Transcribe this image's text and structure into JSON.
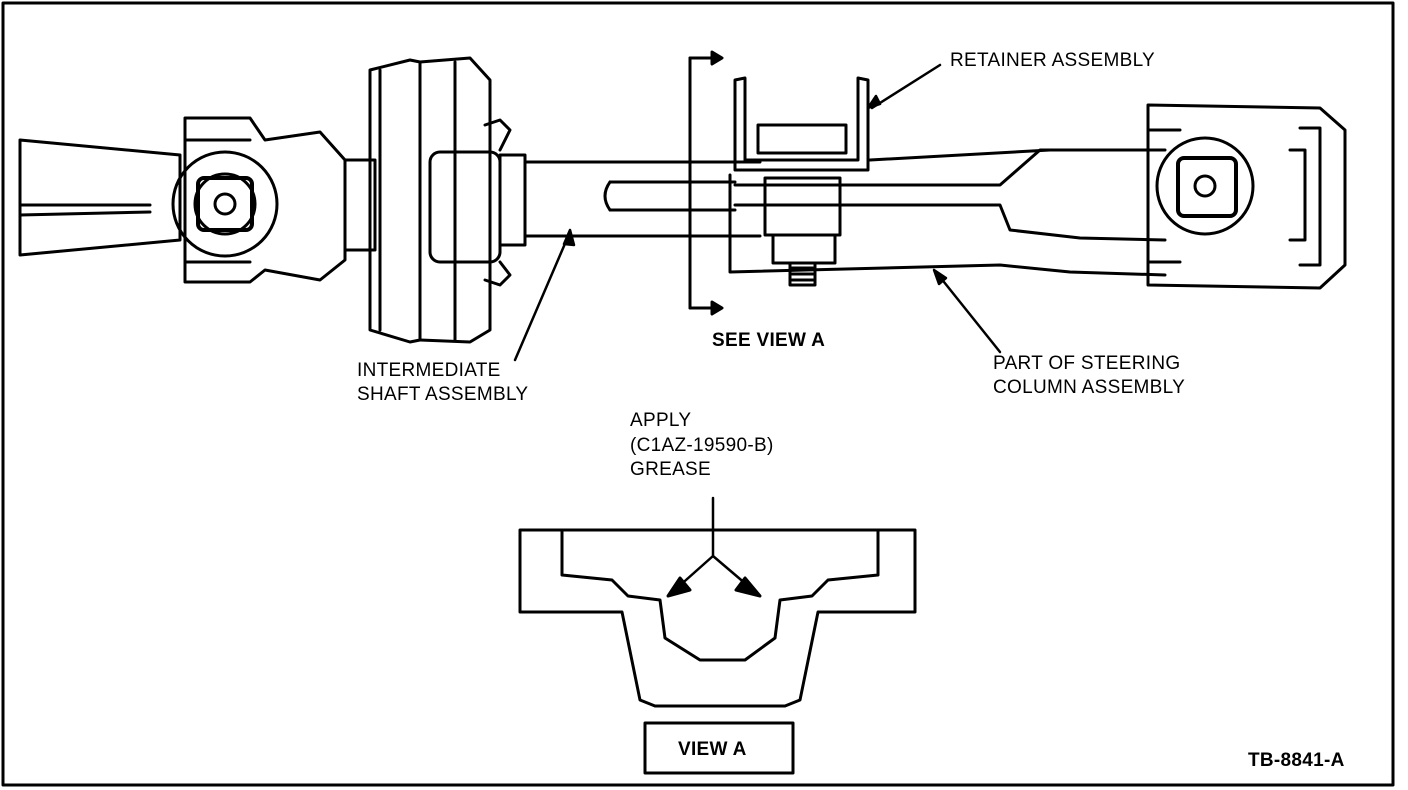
{
  "labels": {
    "retainer": "RETAINER ASSEMBLY",
    "intermediate_line1": "INTERMEDIATE",
    "intermediate_line2": "SHAFT ASSEMBLY",
    "see_view": "SEE VIEW A",
    "steering_line1": "PART OF STEERING",
    "steering_line2": "COLUMN ASSEMBLY",
    "apply_line1": "APPLY",
    "apply_line2": "(C1AZ-19590-B)",
    "apply_line3": "GREASE",
    "view_box": "VIEW A",
    "figure_id": "TB-8841-A"
  },
  "colors": {
    "ink": "#000000",
    "paper": "#ffffff"
  }
}
